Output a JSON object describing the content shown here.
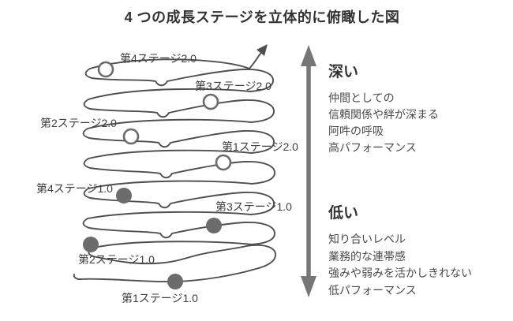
{
  "title": "4 つの成長ステージを立体的に俯瞰した図",
  "stages": [
    {
      "label": "第4ステージ2.0",
      "node": "open"
    },
    {
      "label": "第3ステージ2.0",
      "node": "open"
    },
    {
      "label": "第2ステージ2.0",
      "node": "open"
    },
    {
      "label": "第1ステージ2.0",
      "node": "open"
    },
    {
      "label": "第4ステージ1.0",
      "node": "filled"
    },
    {
      "label": "第3ステージ1.0",
      "node": "filled"
    },
    {
      "label": "第2ステージ1.0",
      "node": "filled"
    },
    {
      "label": "第1ステージ1.0",
      "node": "filled"
    }
  ],
  "axis": {
    "deep": {
      "heading": "深い",
      "lines": [
        "仲間としての",
        "信頼関係や絆が深まる",
        "阿吽の呼吸",
        "高パフォーマンス"
      ]
    },
    "shallow": {
      "heading": "低い",
      "lines": [
        "知り合いレベル",
        "業務的な連帯感",
        "強みや弱みを活かしきれない",
        "低パフォーマンス"
      ]
    }
  },
  "colors": {
    "spiral_stroke": "#4f4f4f",
    "node_open_stroke": "#6a6a6a",
    "node_fill": "#6c6c6c",
    "axis_color": "#767676"
  }
}
